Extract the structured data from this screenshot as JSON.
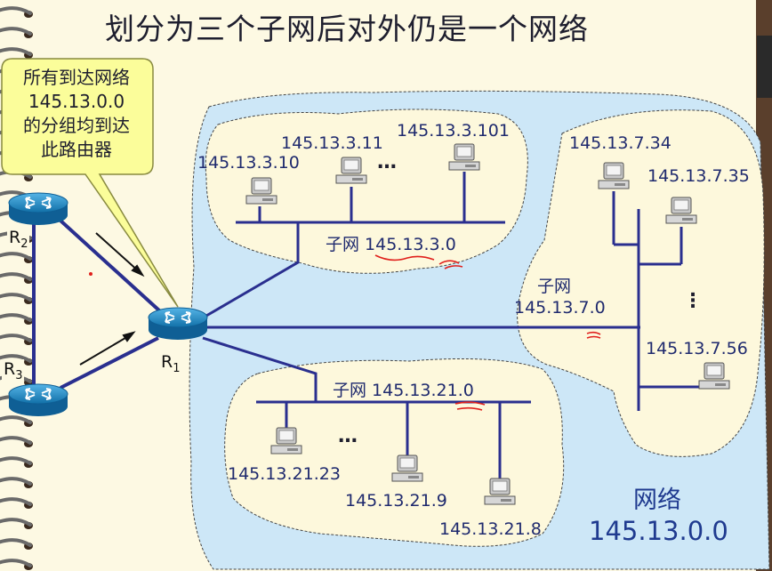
{
  "title": "划分为三个子网后对外仍是一个网络",
  "callout": {
    "lines": [
      "所有到达网络",
      "145.13.0.0",
      "的分组均到达",
      "此路由器"
    ]
  },
  "network": {
    "label": "网络",
    "address": "145.13.0.0"
  },
  "routers": {
    "r1": {
      "letter": "R",
      "sub": "1"
    },
    "r2": {
      "letter": "R",
      "sub": "2"
    },
    "r3": {
      "letter": "R",
      "sub": "3"
    }
  },
  "subnet3": {
    "label": "子网 145.13.3.0",
    "hosts": [
      "145.13.3.10",
      "145.13.3.11",
      "145.13.3.101"
    ],
    "ellipsis": "…"
  },
  "subnet7": {
    "label_line1": "子网",
    "label_line2": "145.13.7.0",
    "hosts": [
      "145.13.7.34",
      "145.13.7.35",
      "145.13.7.56"
    ],
    "ellipsis": "⋮"
  },
  "subnet21": {
    "label": "子网 145.13.21.0",
    "hosts": [
      "145.13.21.23",
      "145.13.21.9",
      "145.13.21.8"
    ],
    "ellipsis": "…"
  },
  "colors": {
    "slide_bg": "#fdf9e3",
    "network_fill": "#cde7f7",
    "subnet_fill": "#fdf8dc",
    "line": "#2a2f8f",
    "callout_fill": "#fbfd9a",
    "router": "#1c86c2"
  }
}
